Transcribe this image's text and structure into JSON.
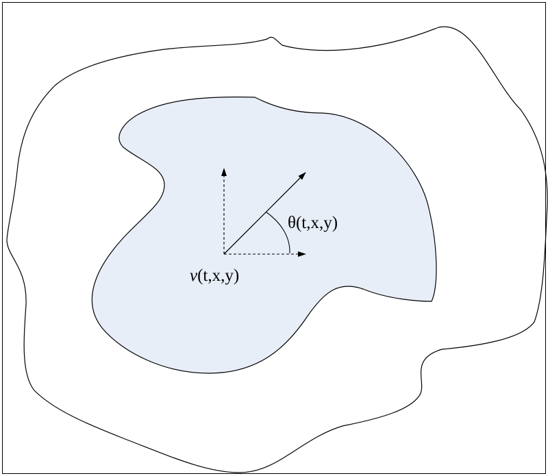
{
  "colors": {
    "background": "#ffffff",
    "outline": "#000000",
    "inner_fill": "#e8eef8"
  },
  "labels": {
    "angle_label": "θ(t,x,y)",
    "speed_symbol": "v",
    "speed_args": "(t,x,y)"
  }
}
